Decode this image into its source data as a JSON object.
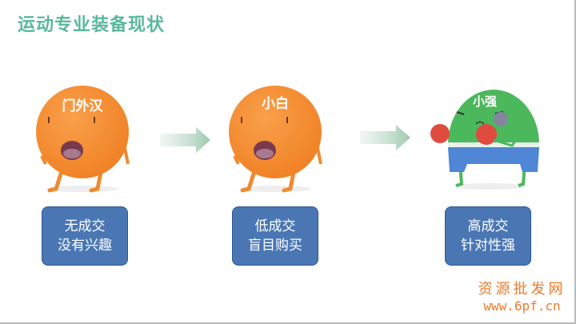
{
  "title": "运动专业装备现状",
  "stages": [
    {
      "name": "门外汉",
      "line1": "无成交",
      "line2": "没有兴趣"
    },
    {
      "name": "小白",
      "line1": "低成交",
      "line2": "盲目购买"
    },
    {
      "name": "小强",
      "line1": "高成交",
      "line2": "针对性强"
    }
  ],
  "watermark": {
    "line1": "资源批发网",
    "line2": "www.6pf.cn"
  },
  "colors": {
    "title": "#5bb89a",
    "box": "#4a77b4",
    "orange": "#f5923a",
    "green": "#4cb85c"
  }
}
